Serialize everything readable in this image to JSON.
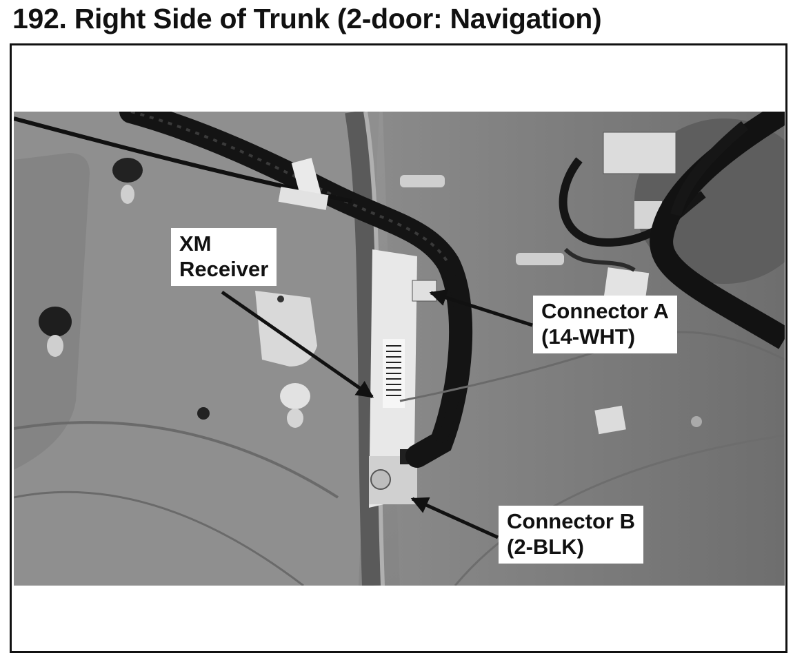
{
  "document": {
    "title": "192. Right Side of Trunk (2-door: Navigation)"
  },
  "callouts": {
    "xm_receiver": {
      "line1": "XM",
      "line2": "Receiver"
    },
    "connector_a": {
      "line1": "Connector A",
      "line2": "(14-WHT)"
    },
    "connector_b": {
      "line1": "Connector B",
      "line2": "(2-BLK)"
    }
  },
  "colors": {
    "text": "#111111",
    "frame": "#111111",
    "photo_base": "#8e8e8e"
  }
}
